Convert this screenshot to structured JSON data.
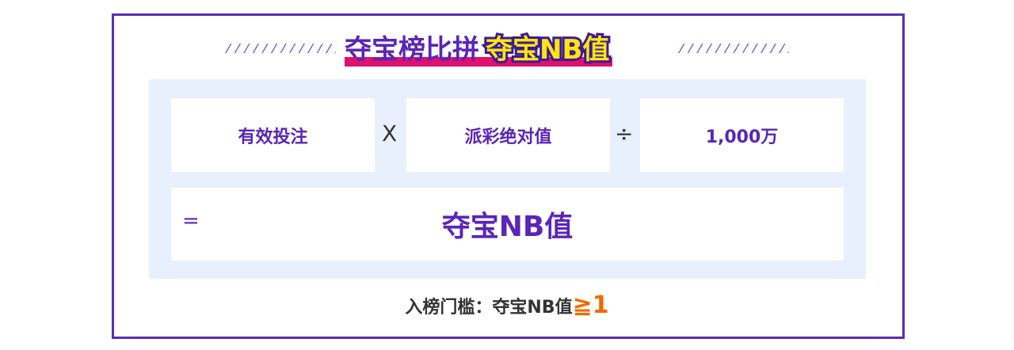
{
  "title": {
    "part1": "夺宝榜比拼",
    "part2": "夺宝NB值"
  },
  "formula": {
    "term1": "有效投注",
    "op1": "X",
    "term2": "派彩绝对值",
    "op2": "÷",
    "term3": "1,000万",
    "equals": "=",
    "result": "夺宝NB值"
  },
  "threshold": {
    "label": "入榜门槛：夺宝NB值",
    "value": "≧1"
  },
  "colors": {
    "purple": "#5a25b8",
    "pink": "#e0106e",
    "yellow": "#ffe60a",
    "orange": "#f06a00",
    "panel": "#e8f0fd"
  }
}
